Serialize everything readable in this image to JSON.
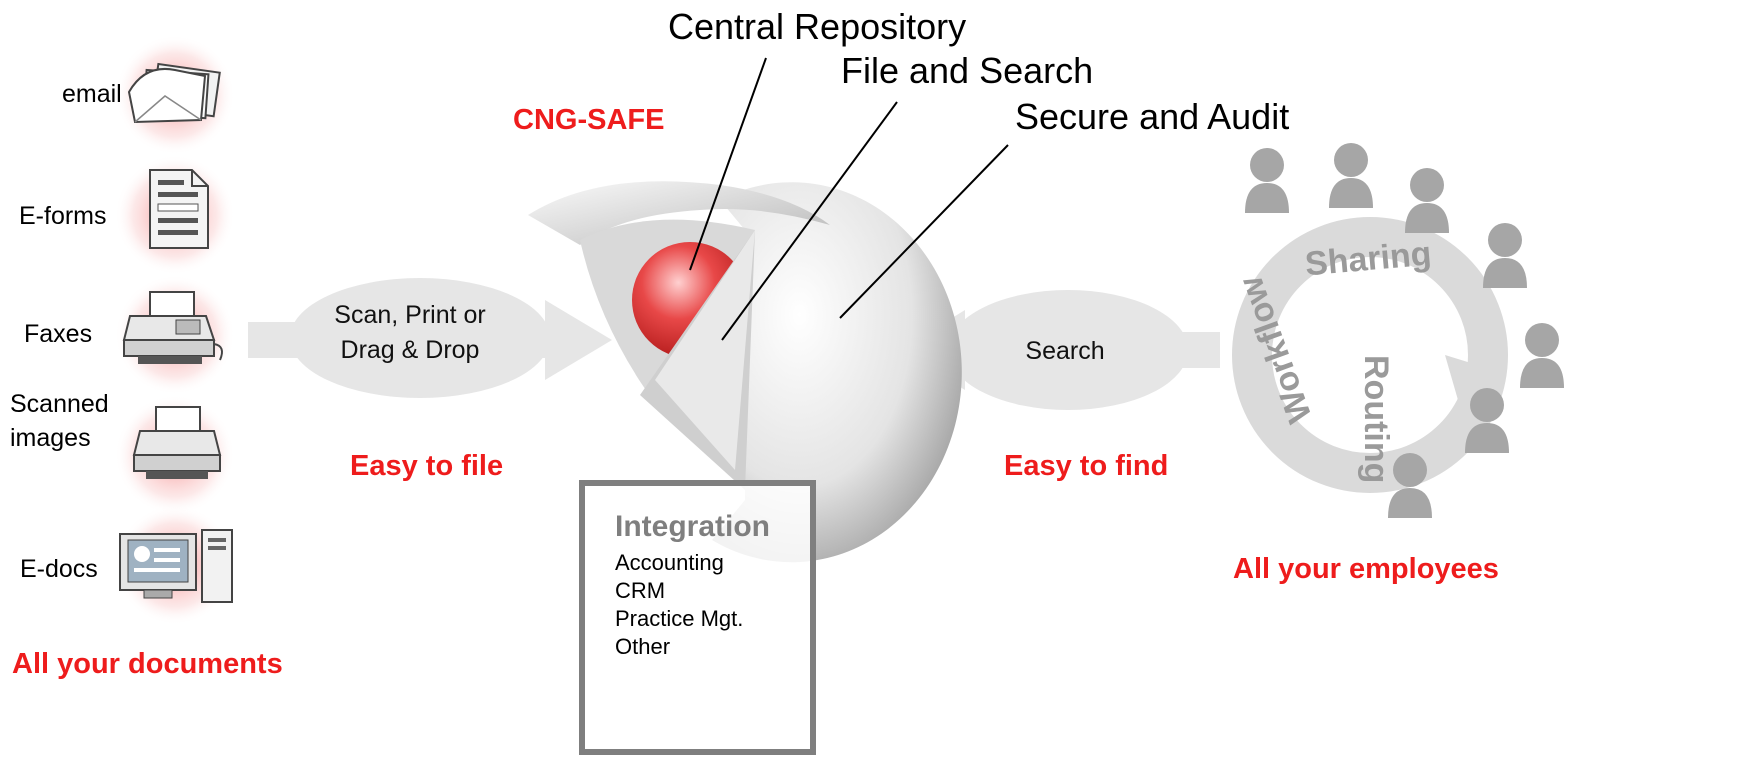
{
  "sources": {
    "items": [
      {
        "label": "email",
        "icon": "envelope-stack-icon"
      },
      {
        "label": "E-forms",
        "icon": "form-document-icon"
      },
      {
        "label": "Faxes",
        "icon": "fax-machine-icon"
      },
      {
        "label": "Scanned\nimages",
        "icon": "scanner-icon"
      },
      {
        "label": "E-docs",
        "icon": "desktop-computer-icon"
      }
    ],
    "footer": "All your documents"
  },
  "center": {
    "title": "CNG-SAFE",
    "callouts": [
      "Central Repository",
      "File and Search",
      "Secure and Audit"
    ]
  },
  "left_flow": {
    "text": "Scan, Print or\nDrag & Drop",
    "caption": "Easy to file"
  },
  "right_flow": {
    "text": "Search",
    "caption": "Easy to find"
  },
  "integration": {
    "title": "Integration",
    "items": [
      "Accounting",
      "CRM",
      "Practice Mgt.",
      "Other"
    ]
  },
  "employees": {
    "ring_words": [
      "Workflow",
      "Sharing",
      "Routing"
    ],
    "footer": "All your employees"
  },
  "colors": {
    "accent_red": "#ee1c1c",
    "arrow_gray": "#e6e6e6",
    "person_gray": "#a6a6a6",
    "box_gray": "#7f7f7f"
  }
}
